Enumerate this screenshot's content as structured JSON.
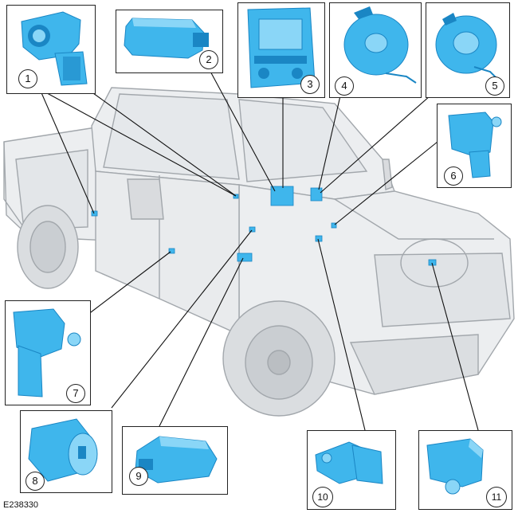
{
  "figure_id": "E238330",
  "callouts": [
    "1",
    "2",
    "3",
    "4",
    "5",
    "6",
    "7",
    "8",
    "9",
    "10",
    "11"
  ],
  "colors": {
    "part_fill": "#3fb6ec",
    "part_shade": "#1a86c4",
    "part_light": "#8ad6f7",
    "truck_line": "#9ea3a8",
    "truck_fill": "#eceef0",
    "leader": "#111111"
  }
}
